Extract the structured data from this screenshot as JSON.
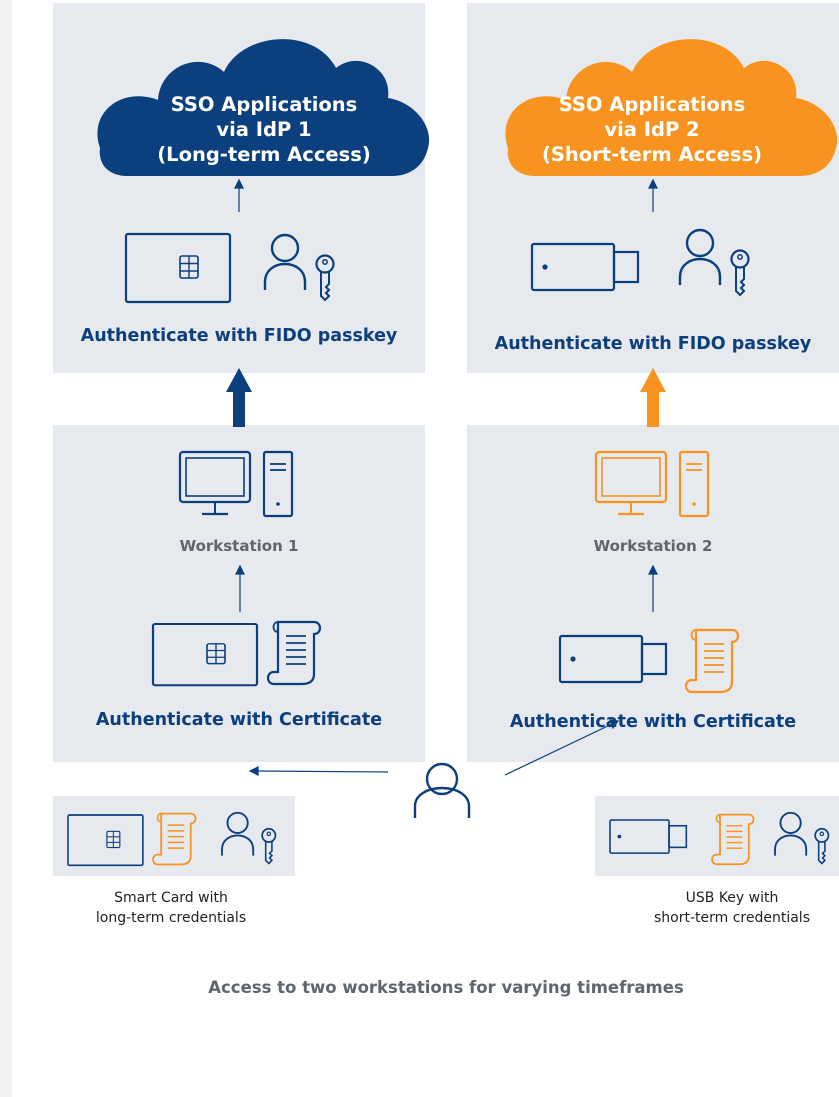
{
  "colors": {
    "blue": "#0b3f7e",
    "orange": "#f7931e",
    "panel": "#e6e9ed",
    "text_grey": "#5f6670"
  },
  "left": {
    "cloud": {
      "line1": "SSO Applications",
      "line2": "via IdP 1",
      "line3": "(Long-term Access)"
    },
    "fido_label": "Authenticate with FIDO passkey",
    "workstation_label": "Workstation 1",
    "cert_label": "Authenticate with Certificate",
    "credential_caption": {
      "line1": "Smart Card with",
      "line2": "long-term credentials"
    },
    "device": "smart-card-icon"
  },
  "right": {
    "cloud": {
      "line1": "SSO Applications",
      "line2": "via IdP 2",
      "line3": "(Short-term Access)"
    },
    "fido_label": "Authenticate with FIDO passkey",
    "workstation_label": "Workstation 2",
    "cert_label": "Authenticate with Certificate",
    "credential_caption": {
      "line1": "USB Key with",
      "line2": "short-term credentials"
    },
    "device": "usb-key-icon"
  },
  "footer": {
    "caption": "Access to two workstations for varying timeframes"
  }
}
